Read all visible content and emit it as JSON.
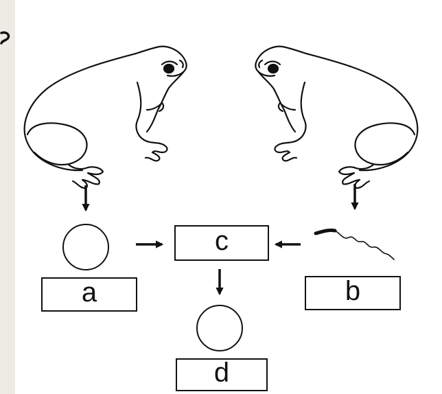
{
  "labels": {
    "a": "a",
    "b": "b",
    "c": "c",
    "d": "d"
  },
  "colors": {
    "background": "#ecebe4",
    "panel": "#ffffff",
    "ink": "#111111"
  },
  "icons": {
    "left_frog": "frog-icon",
    "right_frog": "frog-icon",
    "egg": "circle-icon",
    "sperm": "sperm-icon",
    "zygote": "circle-icon",
    "bullet": "bullet-icon"
  }
}
